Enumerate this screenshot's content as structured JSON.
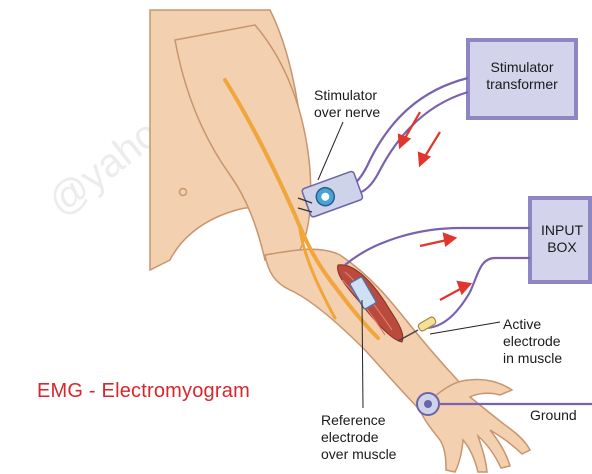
{
  "title": "EMG - Electromyogram",
  "watermark": "@yahoo.com",
  "labels": {
    "stimulator_over_nerve": "Stimulator\nover nerve",
    "active_electrode": "Active\nelectrode\nin muscle",
    "reference_electrode": "Reference\nelectrode\nover muscle",
    "ground": "Ground"
  },
  "boxes": {
    "stimulator_transformer": "Stimulator\ntransformer",
    "input_box": "INPUT\nBOX"
  },
  "colors": {
    "skin": "#f3d0b0",
    "skin_outline": "#c8956d",
    "nerve": "#f0a63a",
    "wire": "#7b62b0",
    "box_fill": "#d3d4ec",
    "box_border": "#8e86c2",
    "arrow": "#e0362c",
    "title": "#d8262c"
  }
}
